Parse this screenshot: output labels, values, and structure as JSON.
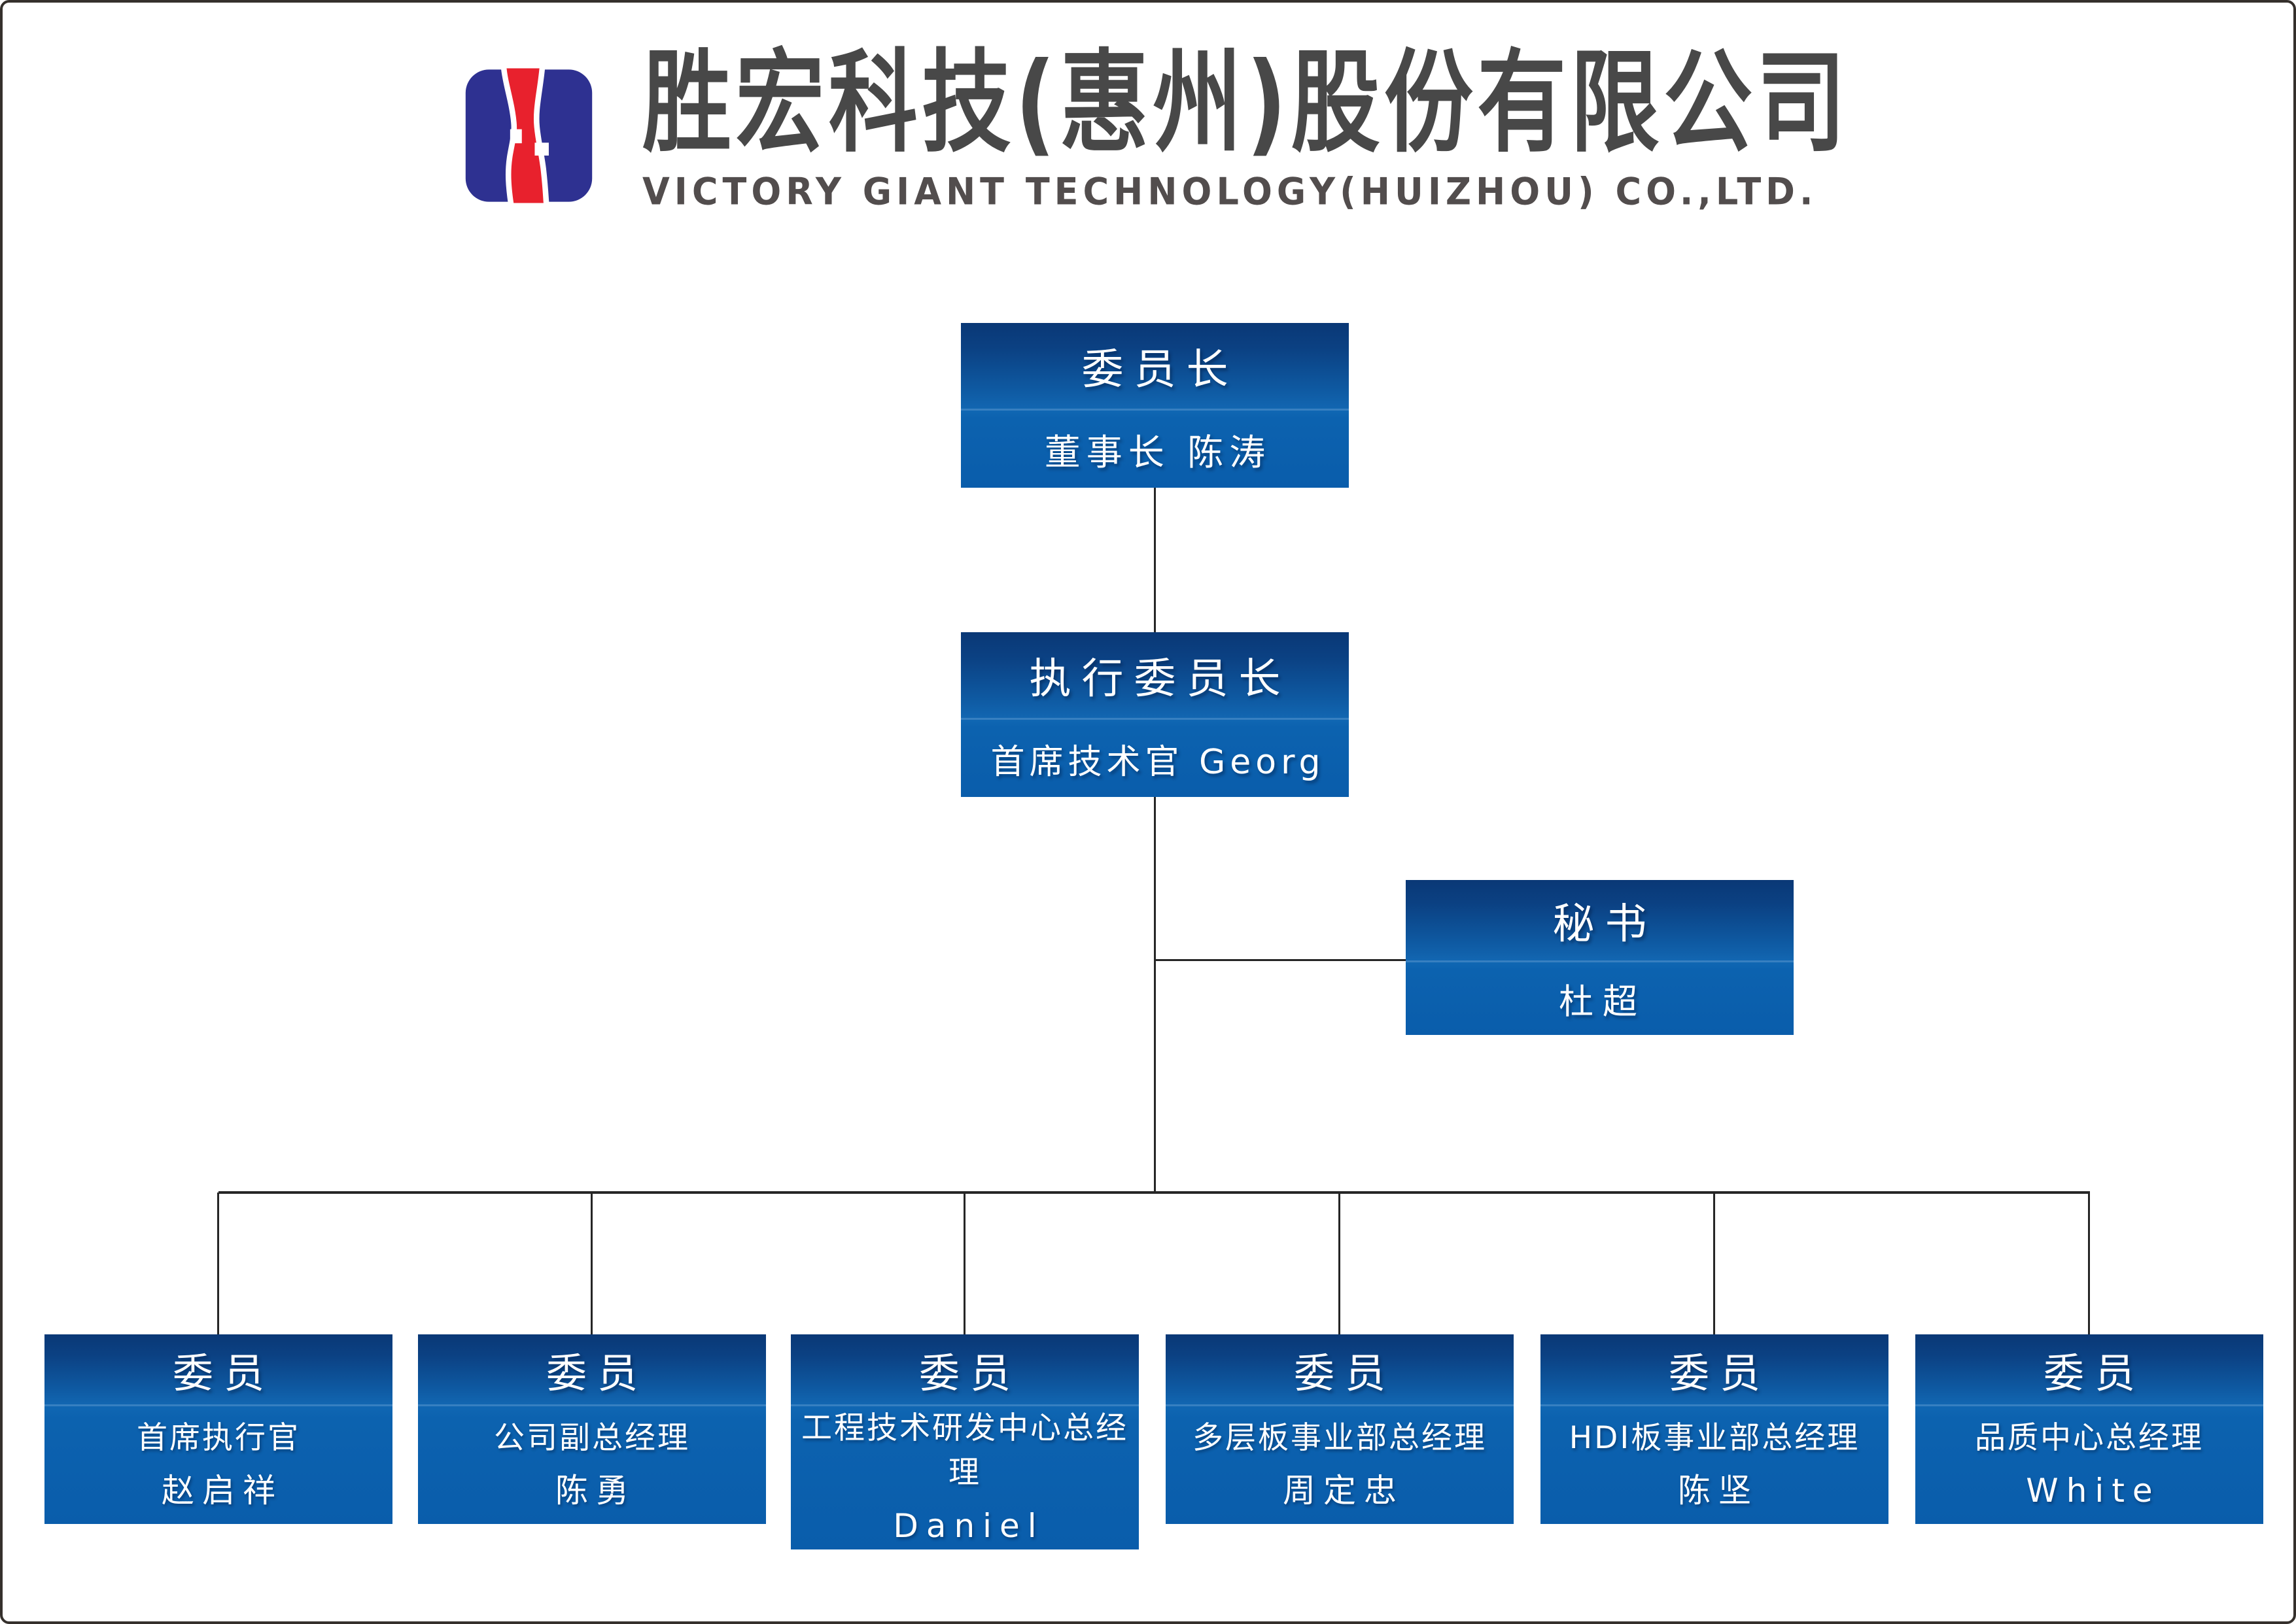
{
  "page": {
    "background": "#ffffff",
    "frame_color": "#35302c"
  },
  "header": {
    "logo": {
      "name": "victory-giant-logo",
      "blue": "#2e3191",
      "red": "#e8212d"
    },
    "company_name_cn": "胜宏科技(惠州)股份有限公司",
    "company_name_en": "VICTORY GIANT TECHNOLOGY(HUIZHOU) CO.,LTD.",
    "text_color": "#484848"
  },
  "chart": {
    "connector_color": "#262626",
    "box_gradient_top": "#0a3876",
    "box_gradient_bottom": "#0a5dab",
    "text_color": "#ffffff",
    "nodes": {
      "chairman": {
        "title": "委员长",
        "subtitle": "董事长 陈涛"
      },
      "executive": {
        "title": "执行委员长",
        "subtitle": "首席技术官 Georg"
      },
      "secretary": {
        "title": "秘书",
        "subtitle": "杜超"
      },
      "members": [
        {
          "title": "委员",
          "role": "首席执行官",
          "name": "赵启祥"
        },
        {
          "title": "委员",
          "role": "公司副总经理",
          "name": "陈勇"
        },
        {
          "title": "委员",
          "role": "工程技术研发中心总经理",
          "name": "Daniel"
        },
        {
          "title": "委员",
          "role": "多层板事业部总经理",
          "name": "周定忠"
        },
        {
          "title": "委员",
          "role": "HDI板事业部总经理",
          "name": "陈坚"
        },
        {
          "title": "委员",
          "role": "品质中心总经理",
          "name": "White"
        }
      ]
    }
  }
}
